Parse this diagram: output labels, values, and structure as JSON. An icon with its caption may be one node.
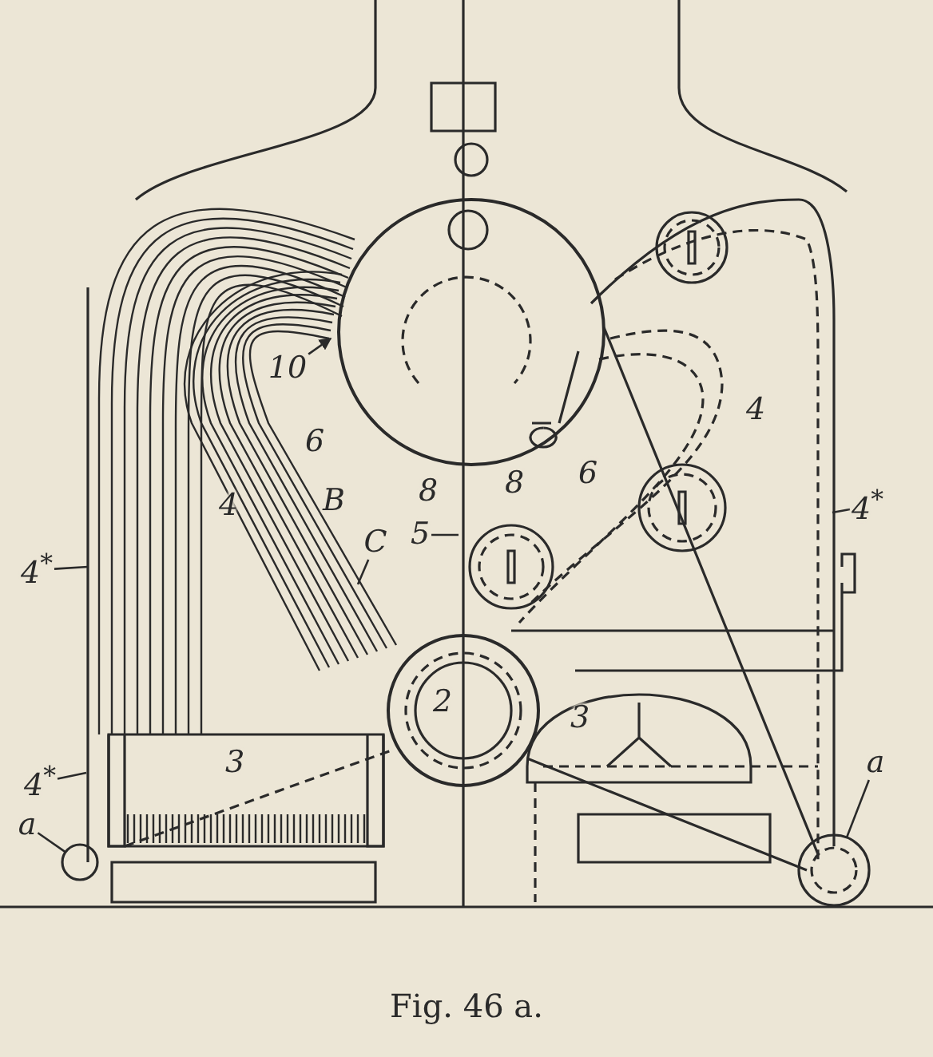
{
  "diagram": {
    "caption": "Fig. 46 a.",
    "nodes": [
      {
        "text": [
          "10"
        ]
      },
      {
        "text": [
          "4$^{*}$"
        ]
      },
      {
        "text": [
          "C"
        ]
      },
      {
        "text": [
          "5"
        ]
      },
      {
        "text": [
          "4$^{*}$"
        ]
      },
      {
        "text": [
          "a"
        ]
      },
      {
        "text": [
          "4$^{*}$"
        ]
      },
      {
        "text": [
          "a"
        ]
      },
      {
        "text": [],
        "shape": "circle"
      },
      {
        "text": [],
        "shape": "circle"
      }
    ],
    "edges": [
      {
        "from": 0,
        "to": null,
        "arrow": "to"
      },
      {
        "from": 1,
        "to": null,
        "arrow": "none"
      },
      {
        "from": 2,
        "to": null,
        "arrow": "none"
      },
      {
        "from": 3,
        "to": null,
        "arrow": "none"
      },
      {
        "from": 4,
        "to": null,
        "arrow": "none"
      },
      {
        "from": 5,
        "to": 8,
        "arrow": "none"
      },
      {
        "from": 6,
        "to": null,
        "arrow": "none"
      },
      {
        "from": 7,
        "to": 9,
        "arrow": "none"
      }
    ],
    "labels": [
      "4",
      "6",
      "6",
      "8",
      "8",
      "4",
      "B",
      "2",
      "3",
      "3"
    ]
  }
}
